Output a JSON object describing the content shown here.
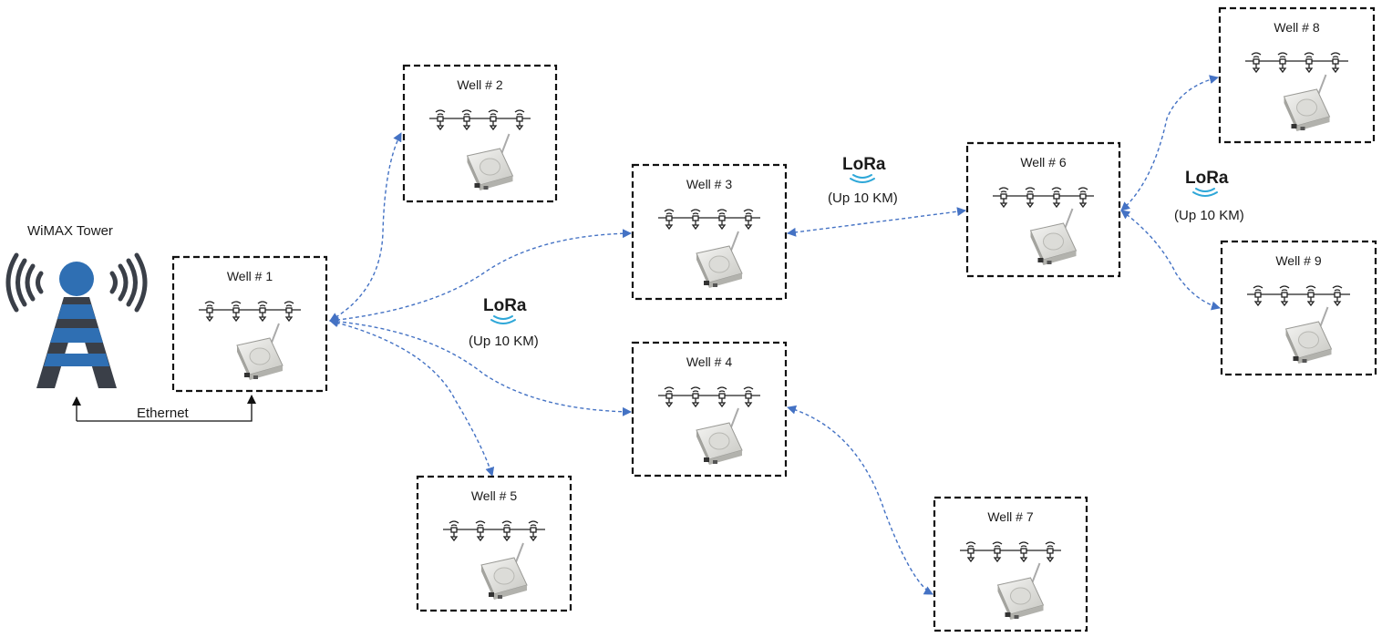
{
  "colors": {
    "link": "#4472c4",
    "tower_blue": "#2f6fb3",
    "tower_dark": "#3a3f48",
    "lora_wave": "#2ea7d8"
  },
  "tower": {
    "label": "WiMAX Tower",
    "icon": "wimax-tower-icon"
  },
  "ethernet_label": "Ethernet",
  "lora": {
    "word": "LoRa",
    "range_label": "(Up 10 KM)"
  },
  "wells": [
    {
      "id": "w1",
      "title": "Well # 1"
    },
    {
      "id": "w2",
      "title": "Well # 2"
    },
    {
      "id": "w3",
      "title": "Well # 3"
    },
    {
      "id": "w4",
      "title": "Well # 4"
    },
    {
      "id": "w5",
      "title": "Well # 5"
    },
    {
      "id": "w6",
      "title": "Well # 6"
    },
    {
      "id": "w7",
      "title": "Well # 7"
    },
    {
      "id": "w8",
      "title": "Well # 8"
    },
    {
      "id": "w9",
      "title": "Well # 9"
    }
  ],
  "links": [
    {
      "from": "Well # 1",
      "to": "Well # 2"
    },
    {
      "from": "Well # 1",
      "to": "Well # 3"
    },
    {
      "from": "Well # 1",
      "to": "Well # 4"
    },
    {
      "from": "Well # 1",
      "to": "Well # 5"
    },
    {
      "from": "Well # 3",
      "to": "Well # 6"
    },
    {
      "from": "Well # 4",
      "to": "Well # 7"
    },
    {
      "from": "Well # 6",
      "to": "Well # 8"
    },
    {
      "from": "Well # 6",
      "to": "Well # 9"
    }
  ],
  "icons": {
    "sensor": "sensor-icon",
    "gateway": "lora-gateway-icon",
    "lora_logo": "lora-logo-icon"
  }
}
